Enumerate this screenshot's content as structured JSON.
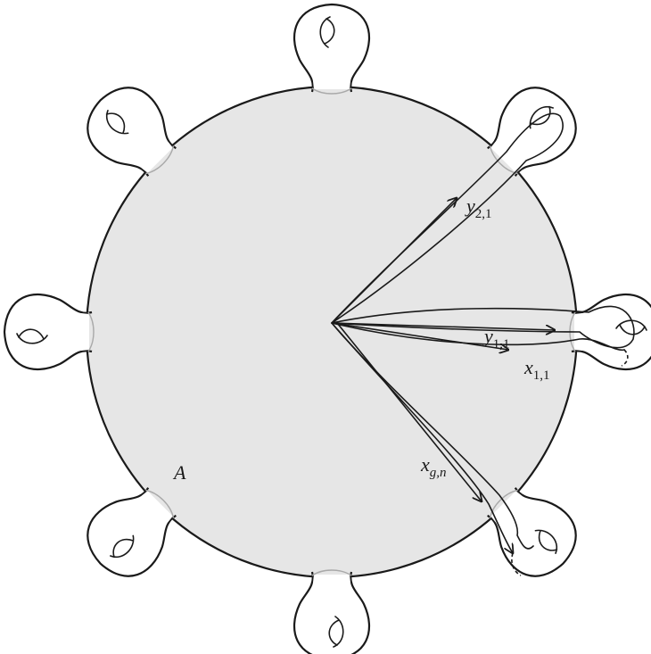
{
  "labels": {
    "region": "A",
    "y21": {
      "base": "y",
      "sub": "2,1"
    },
    "y11": {
      "base": "y",
      "sub": "1,1"
    },
    "x11": {
      "base": "x",
      "sub": "1,1"
    },
    "xgn": {
      "base": "x",
      "sub": "g,n"
    }
  },
  "colors": {
    "disk_fill": "#e6e6e6",
    "stroke": "#1a1a1a",
    "seam": "#a9a9a9"
  }
}
